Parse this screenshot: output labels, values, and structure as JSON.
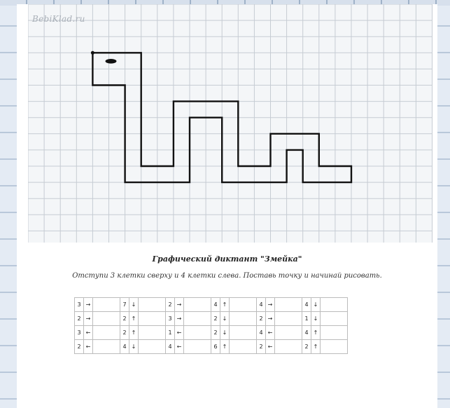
{
  "watermark": "BebiKlad.ru",
  "title": "Графический диктант \"Змейка\"",
  "instruction": "Отступи 3 клетки сверху и 4 клетки слева. Поставь точку и начинай рисовать.",
  "dictation": [
    [
      {
        "n": "3",
        "d": "right"
      },
      {
        "n": "7",
        "d": "down"
      },
      {
        "n": "2",
        "d": "right"
      },
      {
        "n": "4",
        "d": "up"
      },
      {
        "n": "4",
        "d": "right"
      },
      {
        "n": "4",
        "d": "down"
      }
    ],
    [
      {
        "n": "2",
        "d": "right"
      },
      {
        "n": "2",
        "d": "up"
      },
      {
        "n": "3",
        "d": "right"
      },
      {
        "n": "2",
        "d": "down"
      },
      {
        "n": "2",
        "d": "right"
      },
      {
        "n": "1",
        "d": "down"
      }
    ],
    [
      {
        "n": "3",
        "d": "left"
      },
      {
        "n": "2",
        "d": "up"
      },
      {
        "n": "1",
        "d": "left"
      },
      {
        "n": "2",
        "d": "down"
      },
      {
        "n": "4",
        "d": "left"
      },
      {
        "n": "4",
        "d": "up"
      }
    ],
    [
      {
        "n": "2",
        "d": "left"
      },
      {
        "n": "4",
        "d": "down"
      },
      {
        "n": "4",
        "d": "left"
      },
      {
        "n": "6",
        "d": "up"
      },
      {
        "n": "2",
        "d": "left"
      },
      {
        "n": "2",
        "d": "up"
      }
    ]
  ]
}
